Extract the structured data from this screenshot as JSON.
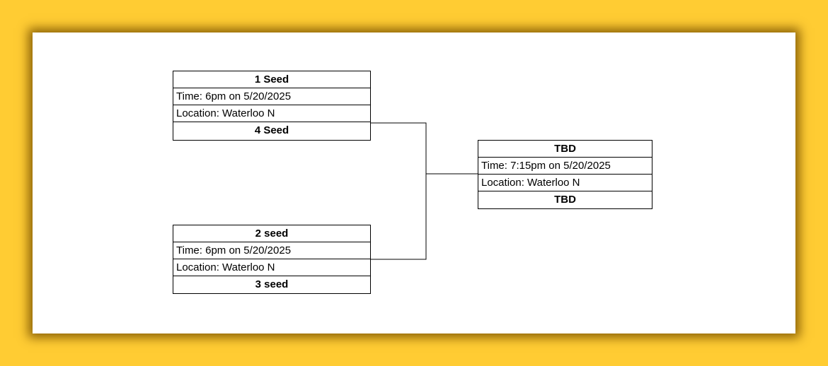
{
  "bracket": {
    "matches": [
      {
        "team1": "1 Seed",
        "time": "Time: 6pm on 5/20/2025",
        "location": "Location: Waterloo N",
        "team2": "4 Seed"
      },
      {
        "team1": "2 seed",
        "time": "Time: 6pm on 5/20/2025",
        "location": "Location: Waterloo N",
        "team2": "3 seed"
      },
      {
        "team1": "TBD",
        "time": "Time: 7:15pm on 5/20/2025",
        "location": "Location: Waterloo N",
        "team2": "TBD"
      }
    ]
  },
  "colors": {
    "background": "#ffcc33",
    "panel": "#ffffff",
    "line": "#000000"
  }
}
